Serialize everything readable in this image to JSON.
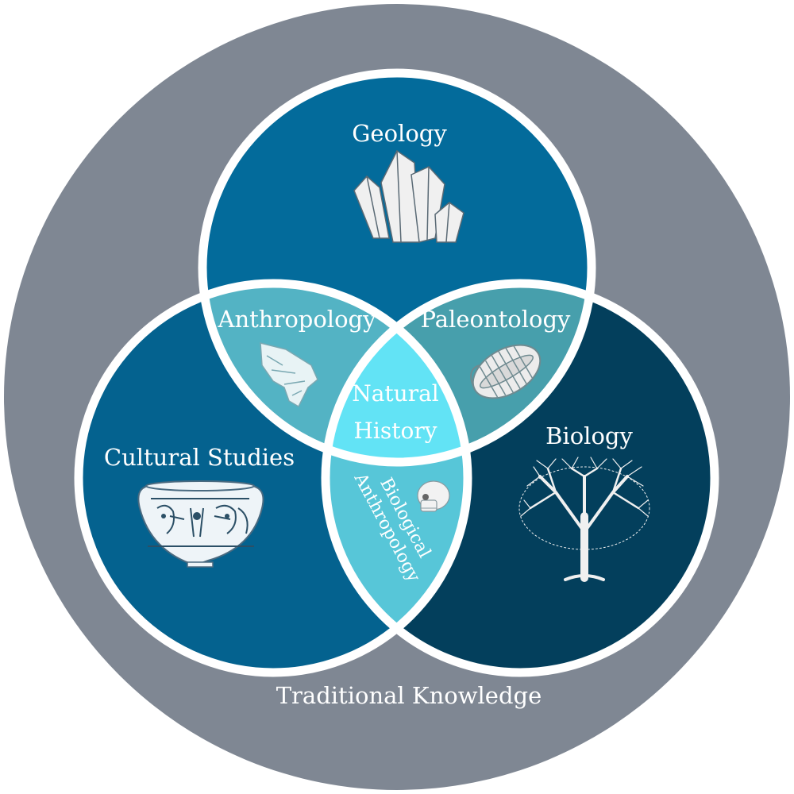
{
  "outer": {
    "label": "Traditional Knowledge"
  },
  "circles": {
    "geology": {
      "label": "Geology"
    },
    "cultural": {
      "label": "Cultural Studies"
    },
    "biology": {
      "label": "Biology"
    }
  },
  "overlaps": {
    "anthropology": {
      "label": "Anthropology"
    },
    "paleontology": {
      "label": "Paleontology"
    },
    "biological_anthropology": {
      "line1": "Biological",
      "line2": "Anthropology"
    },
    "natural_history": {
      "line1": "Natural",
      "line2": "History"
    }
  },
  "colors": {
    "outer": "#7f8793",
    "geology": "#036b9b",
    "cultural": "#04628f",
    "biology": "#033f5c",
    "anthropology": "#53b3c4",
    "paleontology": "#479fac",
    "biological_anthropology": "#57c6d8",
    "natural_history": "#62e3f5",
    "border": "#ffffff",
    "icon": "#f0f0f0"
  },
  "icons": {
    "geology": "crystal-cluster-icon",
    "anthropology": "arrowhead-icon",
    "paleontology": "trilobite-icon",
    "cultural": "ancient-vase-icon",
    "biology": "tree-icon",
    "biological_anthropology": "skull-icon"
  }
}
